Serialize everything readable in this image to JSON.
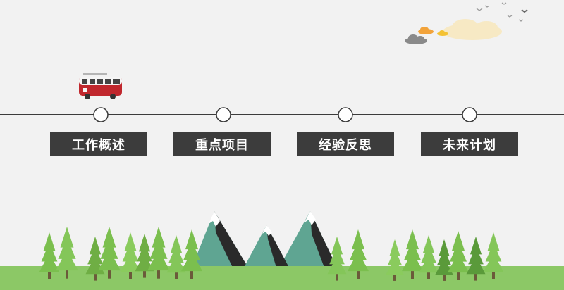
{
  "colors": {
    "background": "#f2f2f2",
    "timeline": "#3c3c3c",
    "button_bg": "#3c3c3c",
    "button_text": "#ffffff",
    "bus_red": "#c0272d",
    "tree_green": "#7bbf4e",
    "mountain_teal": "#5fa592",
    "ground_green": "#8cc866"
  },
  "timeline": {
    "items": [
      {
        "label": "工作概述"
      },
      {
        "label": "重点项目"
      },
      {
        "label": "经验反思"
      },
      {
        "label": "未来计划"
      }
    ]
  },
  "decorations": {
    "icons": [
      "bus-icon",
      "cloud-icon",
      "bird-icon",
      "mountain-icon",
      "tree-icon"
    ]
  }
}
